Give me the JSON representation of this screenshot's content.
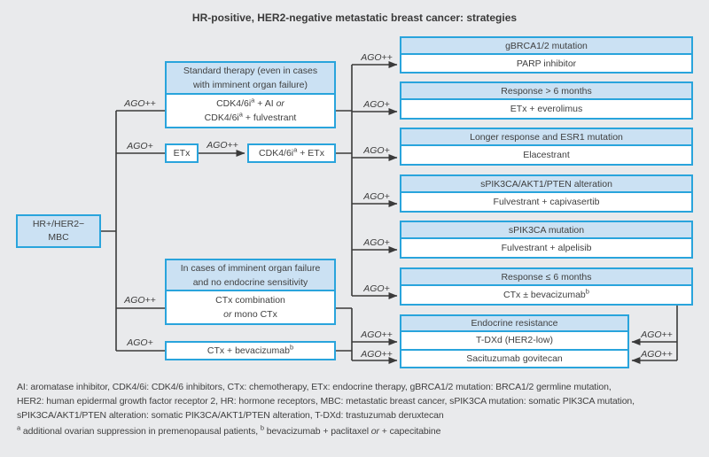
{
  "title": "HR-positive, HER2-negative metastatic breast cancer: strategies",
  "colors": {
    "background": "#e9eaec",
    "box_border": "#29a4dc",
    "header_fill": "#cbe1f3",
    "body_fill": "#ffffff",
    "line": "#3a3a3a",
    "text": "#3f3f3f"
  },
  "root": {
    "line1": "HR+/HER2−",
    "line2": "MBC"
  },
  "standard": {
    "header1": "Standard therapy (even in cases",
    "header2": "with imminent organ failure)",
    "body1_pre": "CDK4/6i",
    "body1_sup": "a",
    "body1_mid": " + AI ",
    "body1_or": "or",
    "body2_pre": "CDK4/6i",
    "body2_sup": "a",
    "body2_rest": " + fulvestrant"
  },
  "etx": {
    "label": "ETx"
  },
  "cdk_etx": {
    "pre": "CDK4/6i",
    "sup": "a",
    "rest": " + ETx"
  },
  "organ_failure": {
    "header1": "In cases of imminent organ failure",
    "header2": "and no endocrine sensitivity",
    "body1": "CTx combination",
    "body2_or": "or",
    "body2_rest": " mono CTx"
  },
  "ctx_bev": {
    "text": "CTx + bevacizumab",
    "sup": "b"
  },
  "branch_labels": {
    "to_standard": "AGO++",
    "to_etx": "AGO+",
    "etx_to_cdk": "AGO++",
    "to_ctx_combination": "AGO++",
    "to_ctx_bevacizumab": "AGO+"
  },
  "outcomes": [
    {
      "header": "gBRCA1/2 mutation",
      "body": "PARP inhibitor",
      "label": "AGO++"
    },
    {
      "header": "Response > 6 months",
      "body": "ETx + everolimus",
      "label": "AGO+"
    },
    {
      "header": "Longer response and ESR1 mutation",
      "body": "Elacestrant",
      "label": "AGO+"
    },
    {
      "header": "sPIK3CA/AKT1/PTEN alteration",
      "body": "Fulvestrant + capivasertib",
      "label": "AGO+"
    },
    {
      "header": "sPIK3CA mutation",
      "body": "Fulvestrant + alpelisib",
      "label": "AGO+"
    },
    {
      "header": "Response ≤ 6 months",
      "body": "CTx ± bevacizumab",
      "body_sup": "b",
      "label": "AGO+"
    }
  ],
  "endocrine": {
    "header": "Endocrine resistance",
    "row1": "T-DXd (HER2-low)",
    "row2": "Sacituzumab govitecan",
    "left_label1": "AGO++",
    "left_label2": "AGO++",
    "right_label1": "AGO++",
    "right_label2": "AGO++"
  },
  "legend": {
    "line1": "AI: aromatase inhibitor, CDK4/6i: CDK4/6 inhibitors, CTx: chemotherapy, ETx: endocrine therapy, gBRCA1/2 mutation: BRCA1/2 germline mutation,",
    "line2": "HER2: human epidermal growth factor receptor 2, HR: hormone receptors, MBC: metastatic breast cancer, sPIK3CA mutation: somatic PIK3CA mutation,",
    "line3": "sPIK3CA/AKT1/PTEN alteration: somatic PIK3CA/AKT1/PTEN alteration, T-DXd: trastuzumab deruxtecan"
  },
  "footnote": {
    "sup_a": "a",
    "text_a": " additional ovarian suppression in premenopausal patients, ",
    "sup_b": "b",
    "text_b_pre": " bevacizumab + paclitaxel ",
    "or": "or",
    "text_b_post": " + capecitabine"
  }
}
